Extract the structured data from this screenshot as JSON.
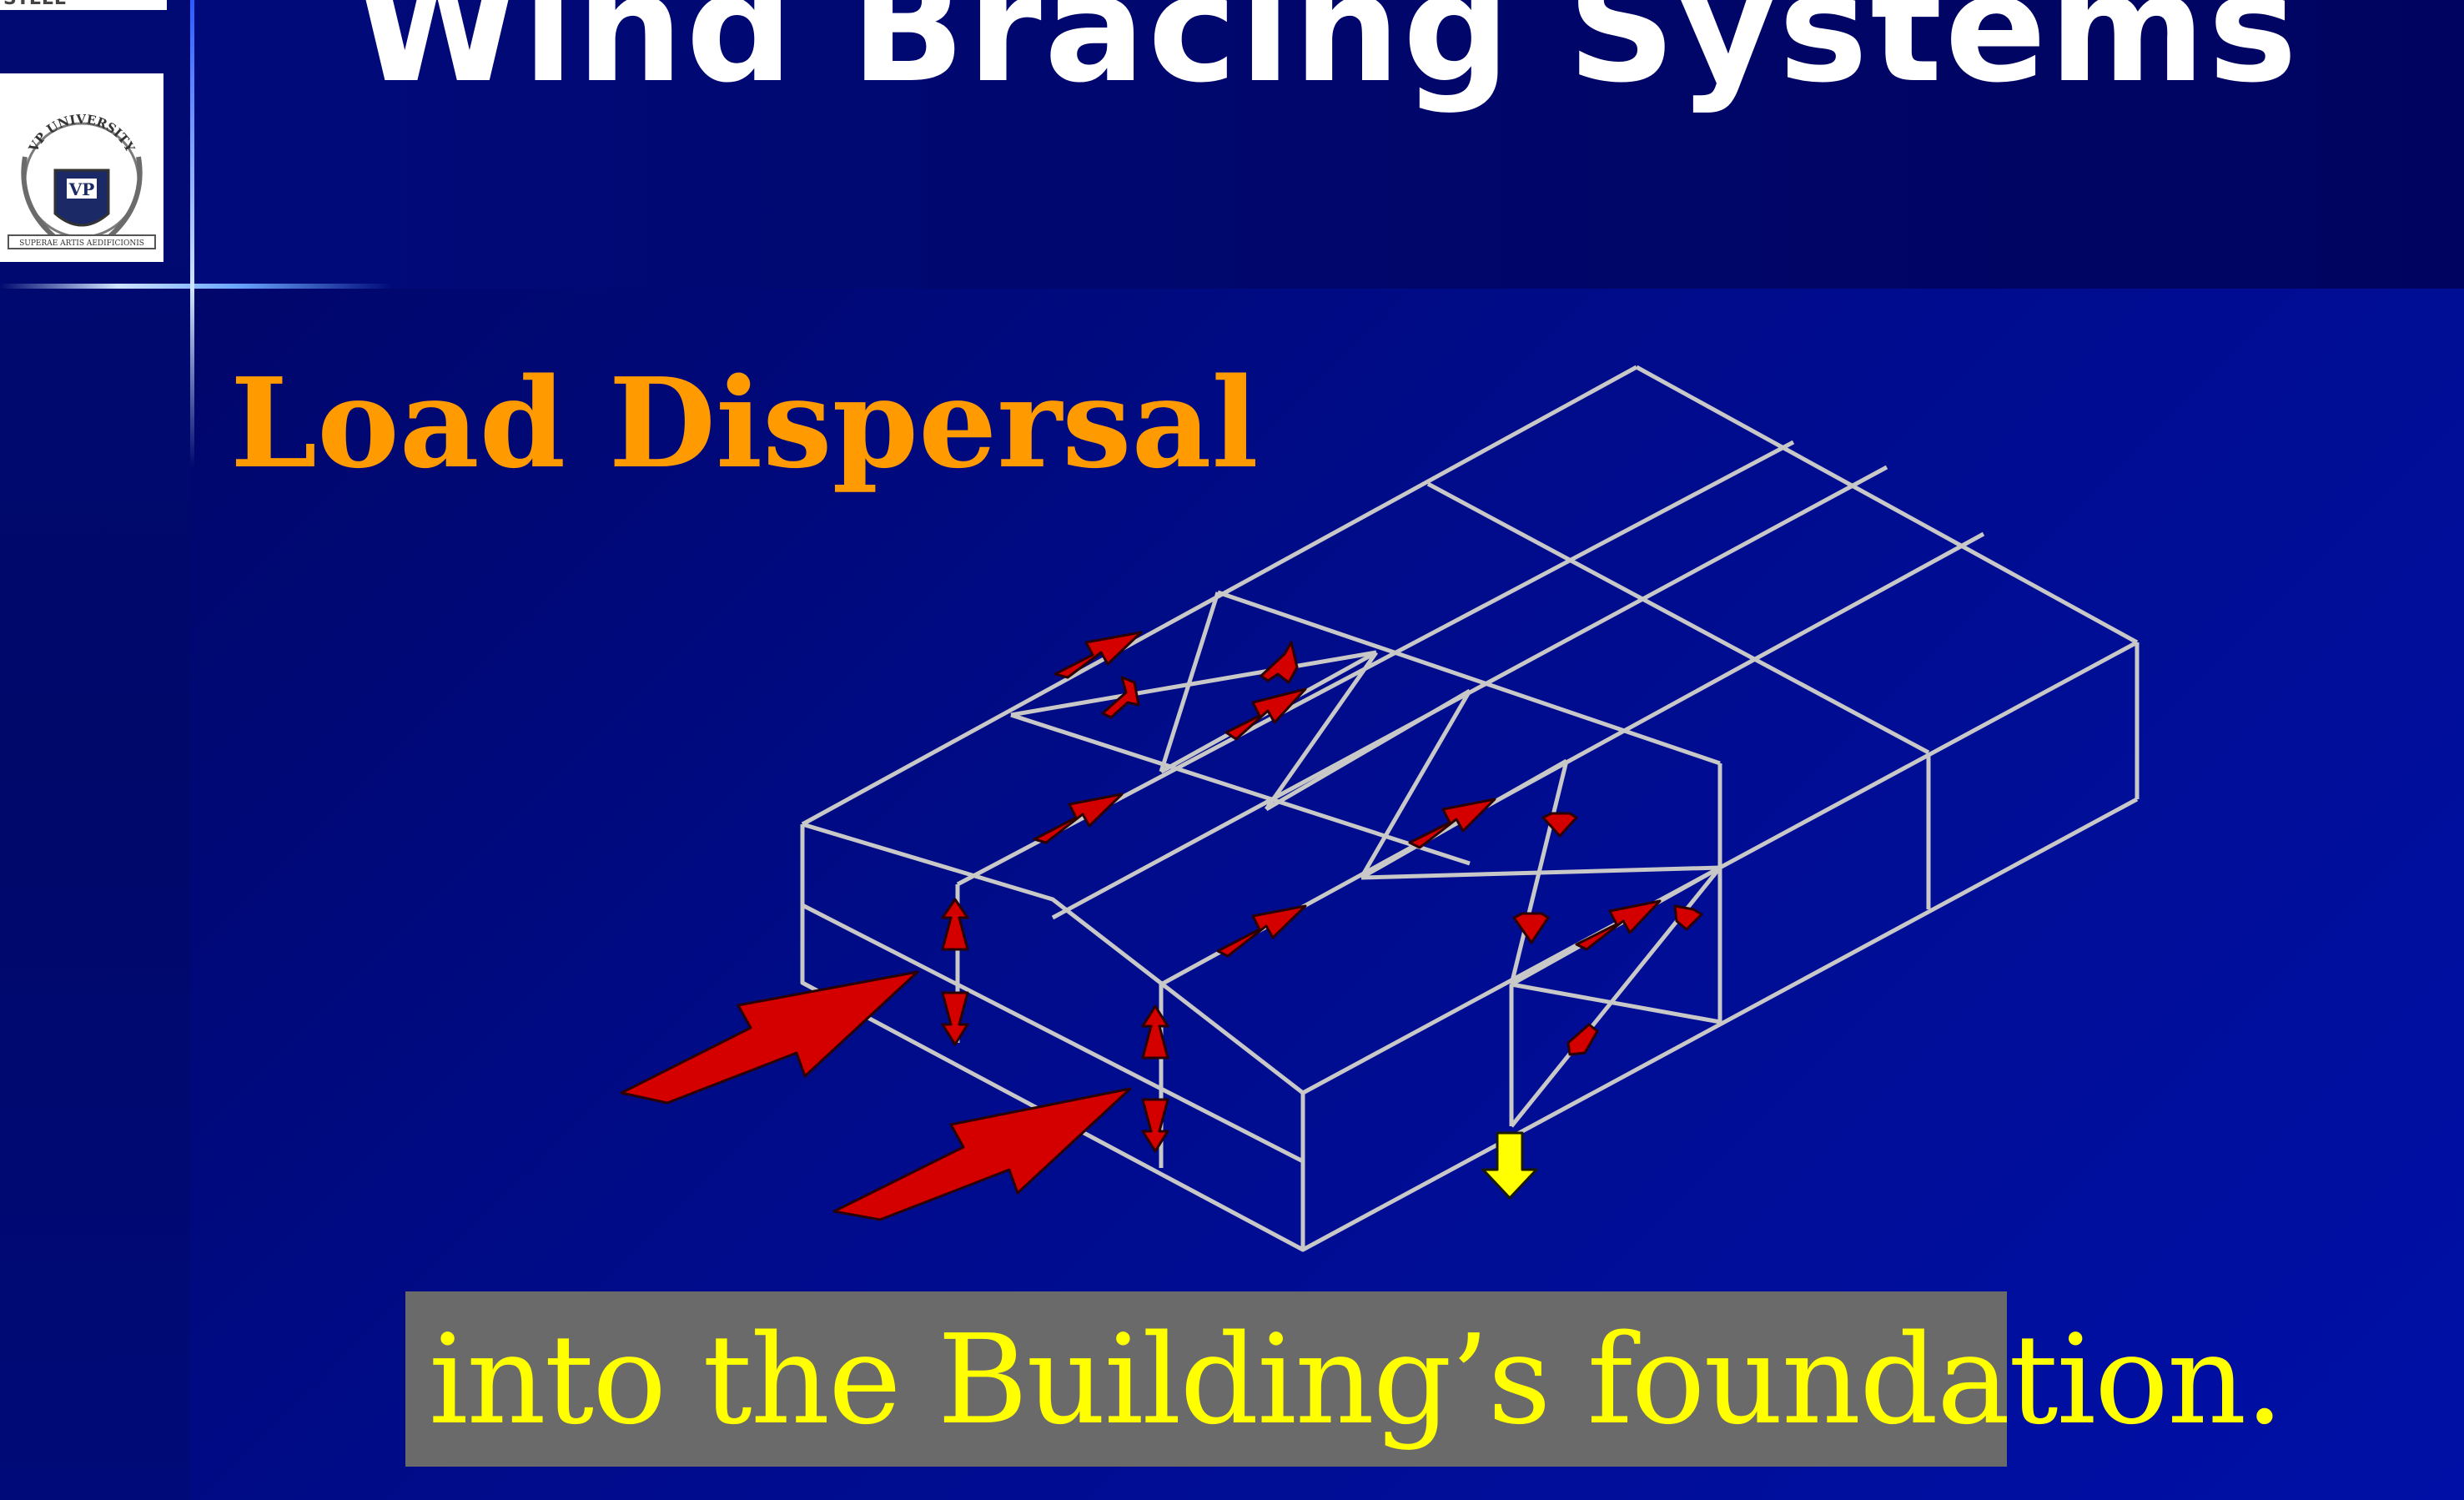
{
  "header": {
    "title": "Wind Bracing Systems"
  },
  "logo": {
    "top_badge_text": "STEEL",
    "university_name": "VP UNIVERSITY",
    "monogram": "VP",
    "motto": "SUPERAE ARTIS AEDIFICIONIS"
  },
  "slide": {
    "subtitle": "Load Dispersal",
    "caption": "into the Building’s foundation."
  },
  "colors": {
    "background": "#000a6e",
    "title": "#ffffff",
    "subtitle": "#ff9a00",
    "caption_text": "#ffff00",
    "caption_box": "#6a6a6a",
    "frame_lines": "#c8c8c8",
    "load_arrows": "#d40000",
    "foundation_arrow": "#ffff00"
  },
  "icons": [
    "university-crest-icon",
    "wind-load-arrow-icon",
    "force-arrow-icon",
    "foundation-reaction-arrow-icon"
  ]
}
